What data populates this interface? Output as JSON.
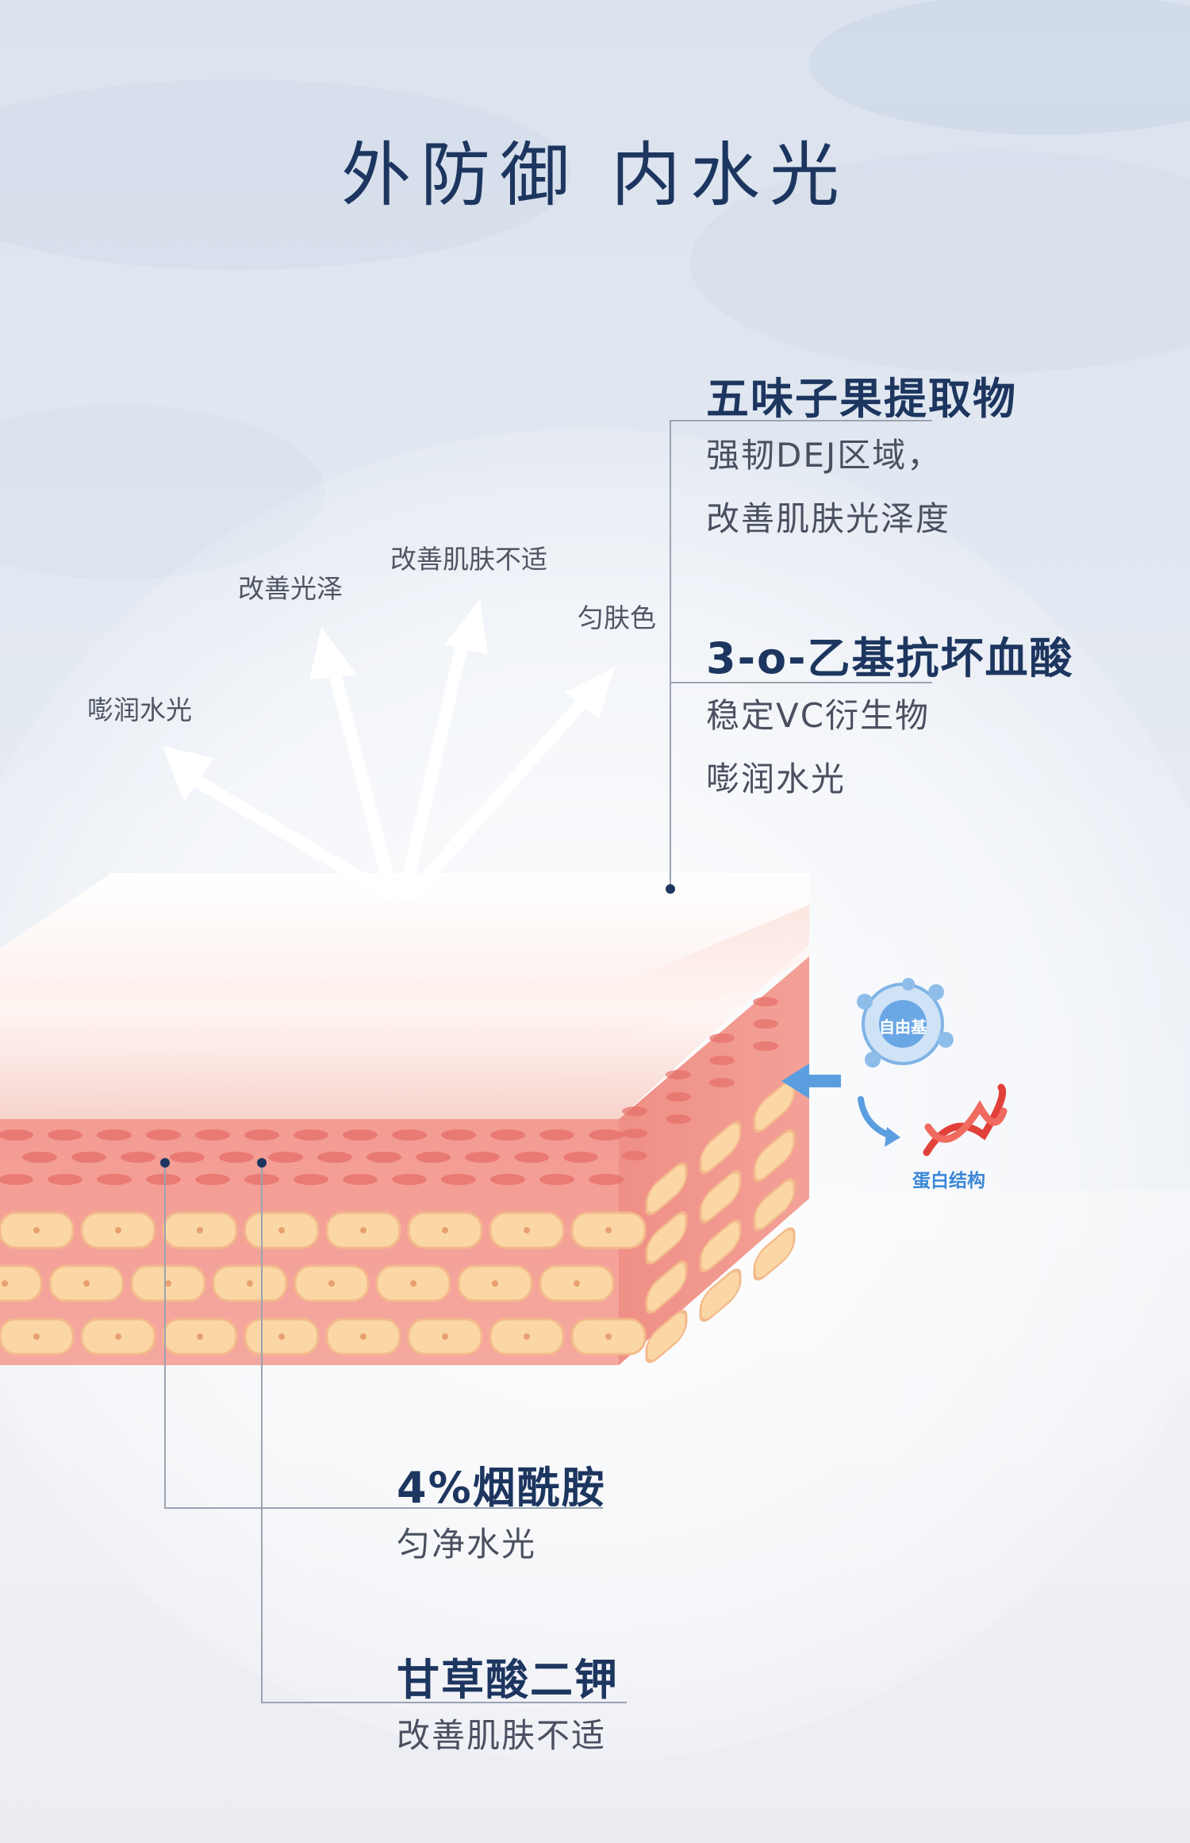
{
  "title": "外防御 内水光",
  "arrow_labels": [
    "嘭润水光",
    "改善光泽",
    "改善肌肤不适",
    "匀肤色"
  ],
  "ingredients_right": [
    {
      "name": "五味子果提取物",
      "desc": [
        "强韧DEJ区域，",
        "改善肌肤光泽度"
      ]
    },
    {
      "name": "3-o-乙基抗坏血酸",
      "desc": [
        "稳定VC衍生物",
        "嘭润水光"
      ]
    }
  ],
  "ingredients_bottom": [
    {
      "name": "4%烟酰胺",
      "desc": [
        "匀净水光"
      ]
    },
    {
      "name": "甘草酸二钾",
      "desc": [
        "改善肌肤不适"
      ]
    }
  ],
  "side_icons": {
    "free_radical": "自由基",
    "protein": "蛋白结构"
  },
  "icons": [
    "arrow-up-icon",
    "free-radical-molecule-icon",
    "dna-helix-icon",
    "push-arrow-icon",
    "curved-arrow-icon"
  ],
  "colors": {
    "title": "#1d3660",
    "skin": "#f4a39a",
    "cell": "#fbd7a5",
    "accent": "#3a86d6"
  }
}
